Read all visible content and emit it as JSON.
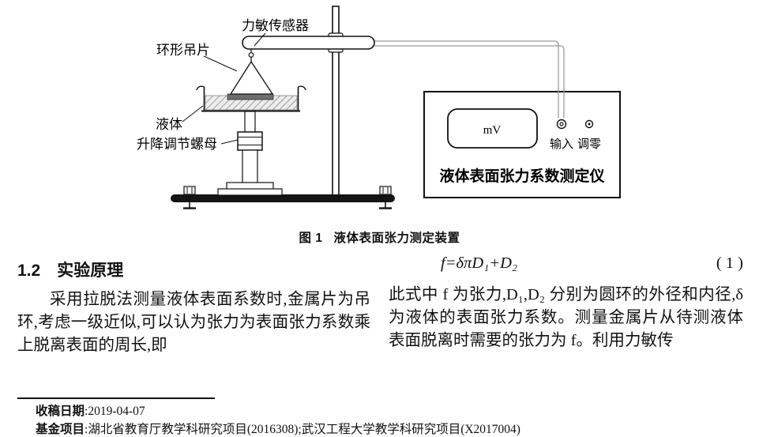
{
  "page": {
    "background": "#ffffff",
    "text_color": "#111111"
  },
  "figure": {
    "labels": {
      "sensor": "力敏传感器",
      "ring": "环形吊片",
      "liquid": "液体",
      "nut": "升降调节螺母"
    },
    "instrument": {
      "display": "mV",
      "input_label": "输入",
      "zero_label": "调零",
      "title": "液体表面张力系数测定仪"
    },
    "caption_label": "图 1",
    "caption_text": "液体表面张力测定装置"
  },
  "content": {
    "section_heading": "1.2　实验原理",
    "left_paragraph": "采用拉脱法测量液体表面系数时,金属片为吊环,考虑一级近似,可以认为张力为表面张力系数乘上脱离表面的周长,即",
    "formula": "f=δπD₁+D₂",
    "formula_number": "( 1 )",
    "right_paragraph": "此式中 f 为张力,D₁,D₂ 分别为圆环的外径和内径,δ 为液体的表面张力系数。测量金属片从待测液体表面脱离时需要的张力为 f。利用力敏传"
  },
  "footnote": {
    "received_label": "收稿日期",
    "received_text": ":2019-04-07",
    "fund_label": "基金项目",
    "fund_text": ":湖北省教育厅教学科研究项目(2016308);武汉工程大学教学科研究项目(X2017004)"
  }
}
